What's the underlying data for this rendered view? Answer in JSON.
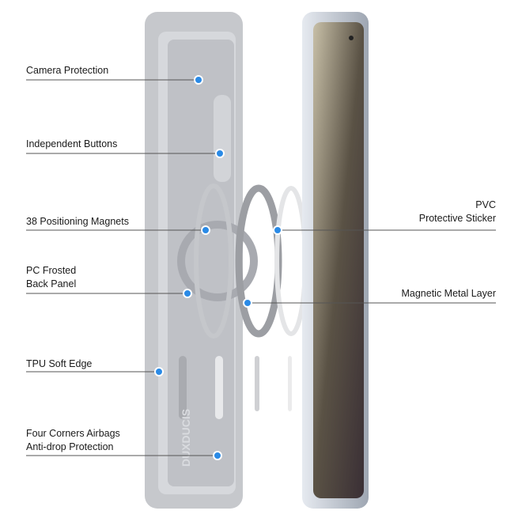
{
  "callouts_left": [
    {
      "lines": [
        "Camera Protection"
      ]
    },
    {
      "lines": [
        "Independent Buttons"
      ]
    },
    {
      "lines": [
        "38 Positioning Magnets"
      ]
    },
    {
      "lines": [
        "PC Frosted",
        "Back Panel"
      ]
    },
    {
      "lines": [
        "TPU Soft Edge"
      ]
    },
    {
      "lines": [
        "Four Corners Airbags",
        "Anti-drop Protection"
      ]
    }
  ],
  "callouts_right": [
    {
      "lines": [
        "PVC",
        "Protective Sticker"
      ]
    },
    {
      "lines": [
        "Magnetic Metal Layer"
      ]
    }
  ],
  "brand_watermark": "DUXDUCIS",
  "colors": {
    "dot": "#2a8ae6",
    "case": "#c9cbd0",
    "line": "#555555"
  }
}
